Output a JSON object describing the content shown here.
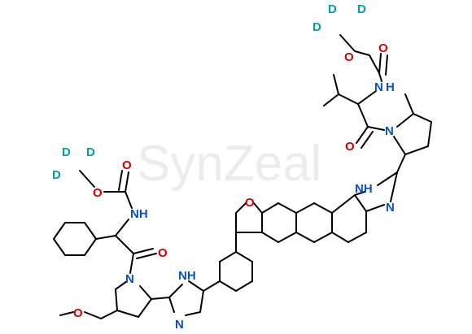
{
  "watermark": "SynZeal",
  "colors": {
    "bond": "#000000",
    "oxygen": "#d40000",
    "nitrogen": "#0a50c8",
    "deuterium": "#00a0a0",
    "watermark": "#ececec"
  },
  "atoms": {
    "d_top_1": "D",
    "d_top_2": "D",
    "d_top_3": "D",
    "o_top_ether": "O",
    "o_top_carbonyl": "O",
    "nh_top": "N",
    "h_top": "H",
    "o_top_amide": "O",
    "n_top_pyrrolidine": "N",
    "nh_imid_right": "NH",
    "n_imid_right": "N",
    "o_ring": "O",
    "d_left_1": "D",
    "d_left_2": "D",
    "d_left_3": "D",
    "o_left_ether": "O",
    "o_left_carbonyl": "O",
    "nh_left": "NH",
    "o_left_amide": "O",
    "n_left_pyrrolidine": "N",
    "nh_imid_left": "NH",
    "n_imid_left": "N",
    "o_methoxy": "O"
  }
}
